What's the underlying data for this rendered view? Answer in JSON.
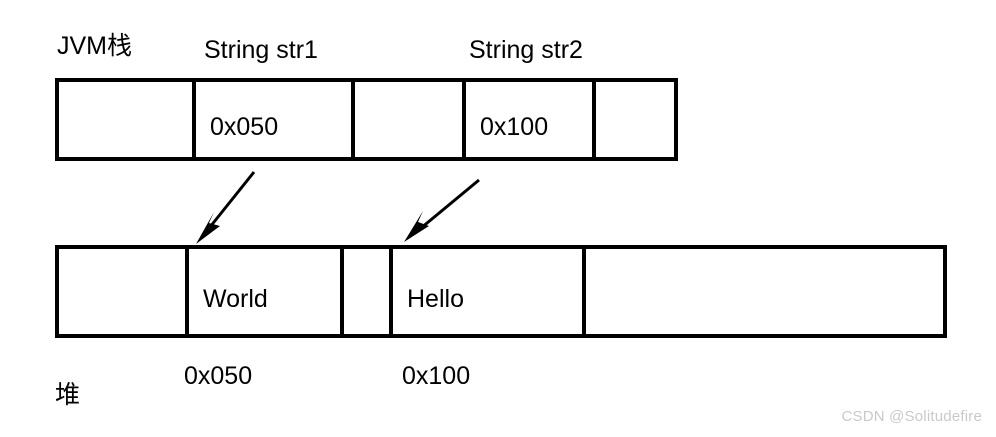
{
  "diagram": {
    "title_labels": {
      "stack_region": "JVM栈",
      "heap_region": "堆",
      "var1": "String str1",
      "var2": "String str2"
    },
    "stack_row": {
      "name": "jvm-stack-memory-row",
      "cells": [
        {
          "text": ""
        },
        {
          "text": "0x050"
        },
        {
          "text": ""
        },
        {
          "text": "0x100"
        },
        {
          "text": ""
        }
      ]
    },
    "heap_row": {
      "name": "heap-memory-row",
      "cells": [
        {
          "text": ""
        },
        {
          "text": "World"
        },
        {
          "text": ""
        },
        {
          "text": "Hello"
        },
        {
          "text": ""
        }
      ]
    },
    "heap_addresses": {
      "addr_world": "0x050",
      "addr_hello": "0x100"
    },
    "arrows": [
      {
        "name": "pointer-arrow-str1-to-world",
        "from": "0x050",
        "to": "World"
      },
      {
        "name": "pointer-arrow-str2-to-hello",
        "from": "0x100",
        "to": "Hello"
      }
    ],
    "colors": {
      "stroke": "#000000",
      "background": "#ffffff",
      "watermark": "#c9c9c9"
    }
  },
  "watermark": {
    "text": "CSDN @Solitudefire"
  }
}
